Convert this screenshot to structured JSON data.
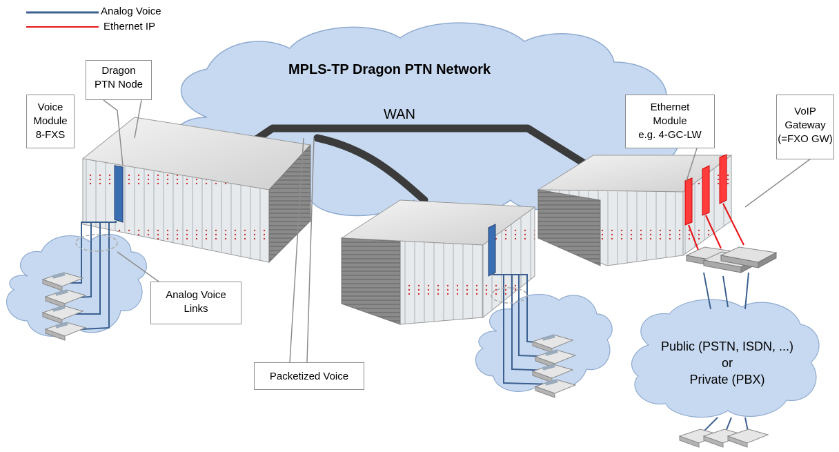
{
  "legend": {
    "analog_voice": "Analog Voice",
    "ethernet_ip": "Ethernet IP",
    "analog_color": "#3a5f8f",
    "ethernet_color": "#e8151b"
  },
  "network": {
    "title": "MPLS-TP Dragon PTN Network",
    "wan_label": "WAN",
    "cloud_color": "#c7d9f0"
  },
  "callouts": {
    "dragon_node": [
      "Dragon",
      "PTN Node"
    ],
    "voice_module": [
      "Voice",
      "Module",
      "8-FXS"
    ],
    "ethernet_module": [
      "Ethernet",
      "Module",
      "e.g. 4-GC-LW"
    ],
    "voip_gateway": [
      "VoIP",
      "Gateway",
      "(=FXO GW)"
    ],
    "analog_links": [
      "Analog Voice",
      "Links"
    ],
    "packetized": "Packetized Voice"
  },
  "public_cloud": [
    "Public (PSTN, ISDN, ...)",
    "or",
    "Private (PBX)"
  ]
}
